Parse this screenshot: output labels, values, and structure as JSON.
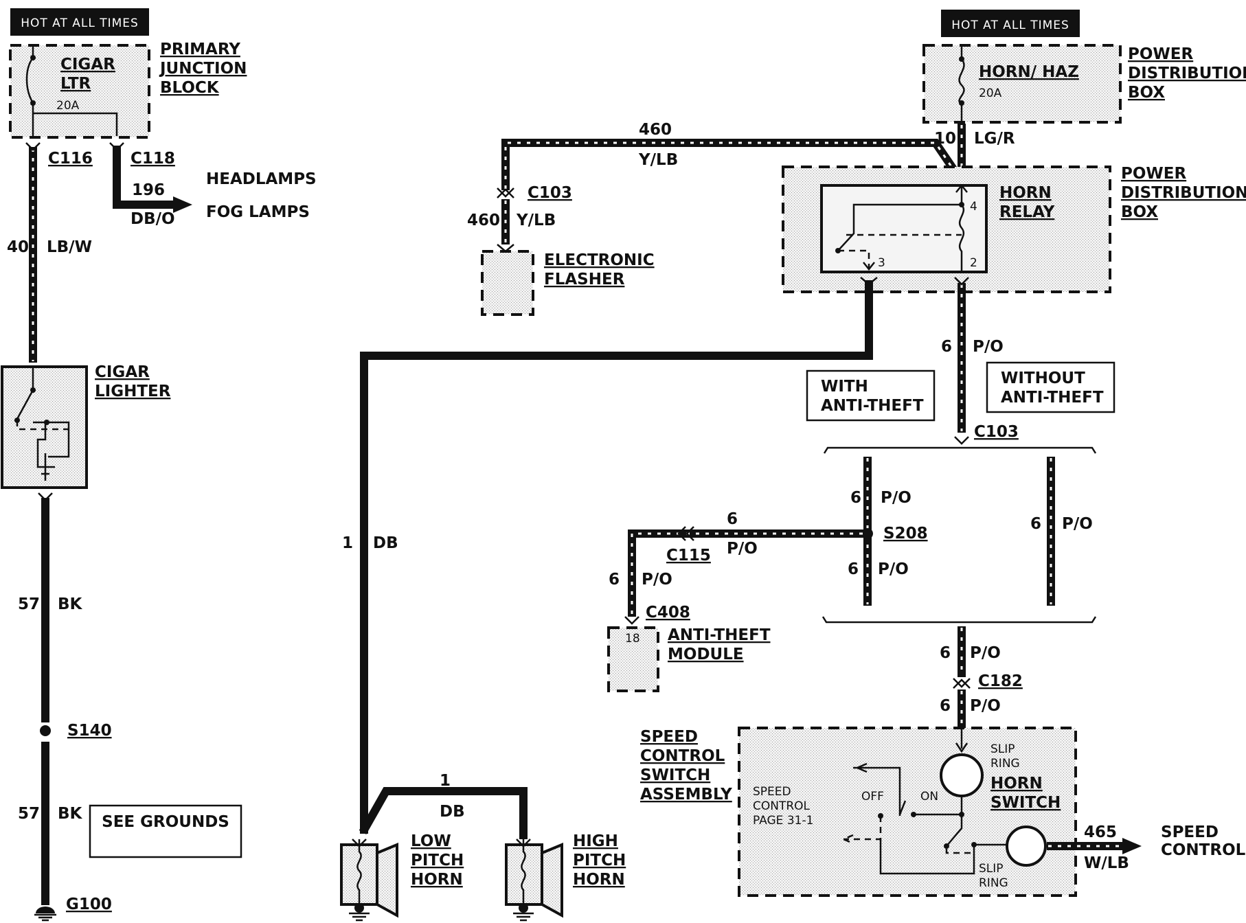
{
  "banners": {
    "left": "HOT AT ALL TIMES",
    "right": "HOT AT ALL TIMES"
  },
  "components": {
    "primary_junction_block": [
      "PRIMARY",
      "JUNCTION",
      "BLOCK"
    ],
    "cigar_ltr_fuse": [
      "CIGAR",
      "LTR"
    ],
    "cigar_ltr_rating": "20A",
    "cigar_lighter": [
      "CIGAR",
      "LIGHTER"
    ],
    "power_distribution_box_top": [
      "POWER",
      "DISTRIBUTION",
      "BOX"
    ],
    "horn_haz_fuse": "HORN/ HAZ",
    "horn_haz_rating": "20A",
    "power_distribution_box_relay": [
      "POWER",
      "DISTRIBUTION",
      "BOX"
    ],
    "horn_relay": [
      "HORN",
      "RELAY"
    ],
    "relay_pins": [
      "4",
      "3",
      "2"
    ],
    "electronic_flasher": [
      "ELECTRONIC",
      "FLASHER"
    ],
    "with_anti_theft": [
      "WITH",
      "ANTI-THEFT"
    ],
    "without_anti_theft": [
      "WITHOUT",
      "ANTI-THEFT"
    ],
    "anti_theft_module": [
      "ANTI-THEFT",
      "MODULE"
    ],
    "anti_theft_pin": "18",
    "speed_control_switch_assembly": [
      "SPEED",
      "CONTROL",
      "SWITCH",
      "ASSEMBLY"
    ],
    "speed_control_ref": [
      "SPEED",
      "CONTROL",
      "PAGE 31-1"
    ],
    "switch_off": "OFF",
    "switch_on": "ON",
    "slip_ring_top": [
      "SLIP",
      "RING"
    ],
    "slip_ring_bottom": [
      "SLIP",
      "RING"
    ],
    "horn_switch": [
      "HORN",
      "SWITCH"
    ],
    "low_pitch_horn": [
      "LOW",
      "PITCH",
      "HORN"
    ],
    "high_pitch_horn": [
      "HIGH",
      "PITCH",
      "HORN"
    ],
    "see_grounds": "SEE GROUNDS",
    "headlamps": "HEADLAMPS",
    "fog_lamps": "FOG LAMPS",
    "speed_control_dest": [
      "SPEED",
      "CONTROL"
    ]
  },
  "connectors": {
    "c116": "C116",
    "c118": "C118",
    "c103_top": "C103",
    "c103_mid": "C103",
    "c115": "C115",
    "c408": "C408",
    "c182": "C182",
    "s208": "S208",
    "s140": "S140",
    "g100": "G100"
  },
  "wires": {
    "w40": {
      "circuit": "40",
      "color": "LB/W"
    },
    "w196": {
      "circuit": "196",
      "color": "DB/O"
    },
    "w57a": {
      "circuit": "57",
      "color": "BK"
    },
    "w57b": {
      "circuit": "57",
      "color": "BK"
    },
    "w460_top": {
      "circuit": "460",
      "color": "Y/LB"
    },
    "w460_low": {
      "circuit": "460",
      "color": "Y/LB"
    },
    "w10": {
      "circuit": "10",
      "color": "LG/R"
    },
    "w6_relay": {
      "circuit": "6",
      "color": "P/O"
    },
    "w1_long": {
      "circuit": "1",
      "color": "DB"
    },
    "w1_horns": {
      "circuit": "1",
      "color": "DB"
    },
    "w6_mid_upper": {
      "circuit": "6",
      "color": "P/O"
    },
    "w6_mid_lower": {
      "circuit": "6",
      "color": "P/O"
    },
    "w6_right": {
      "circuit": "6",
      "color": "P/O"
    },
    "w6_c115": {
      "circuit": "6",
      "color": "P/O"
    },
    "w6_left": {
      "circuit": "6",
      "color": "P/O"
    },
    "w6_c182_up": {
      "circuit": "6",
      "color": "P/O"
    },
    "w6_c182_down": {
      "circuit": "6",
      "color": "P/O"
    },
    "w465": {
      "circuit": "465",
      "color": "W/LB"
    }
  }
}
